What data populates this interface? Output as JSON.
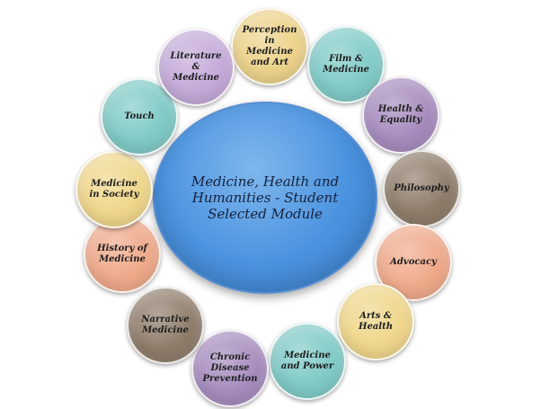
{
  "center": {
    "label": "Medicine, Health and\nHumanities -  Student\nSelected Module",
    "color": "#4b93df"
  },
  "nodes": [
    {
      "id": "perception",
      "label": "Perception\nin\nMedicine\nand Art",
      "color": "#ecd28a"
    },
    {
      "id": "film",
      "label": "Film &\nMedicine",
      "color": "#7fcac6"
    },
    {
      "id": "health-equality",
      "label": "Health &\nEquality",
      "color": "#a58bbd"
    },
    {
      "id": "philosophy",
      "label": "Philosophy",
      "color": "#8e7c6a"
    },
    {
      "id": "advocacy",
      "label": "Advocacy",
      "color": "#efa98a"
    },
    {
      "id": "arts-health",
      "label": "Arts &\nHealth",
      "color": "#efd68a"
    },
    {
      "id": "medicine-power",
      "label": "Medicine\nand Power",
      "color": "#7fcac6"
    },
    {
      "id": "chronic",
      "label": "Chronic\nDisease\nPrevention",
      "color": "#a58bbd"
    },
    {
      "id": "narrative",
      "label": "Narrative\nMedicine",
      "color": "#8e7c6a"
    },
    {
      "id": "history",
      "label": "History of\nMedicine",
      "color": "#efa98a"
    },
    {
      "id": "society",
      "label": "Medicine\nin Society",
      "color": "#efd68a"
    },
    {
      "id": "touch",
      "label": "Touch",
      "color": "#7fcac6"
    },
    {
      "id": "literature",
      "label": "Literature\n&\nMedicine",
      "color": "#c3a9d8"
    }
  ]
}
